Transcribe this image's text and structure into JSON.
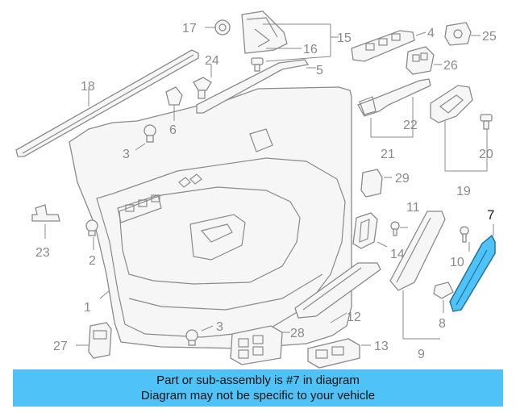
{
  "diagram": {
    "callouts": [
      "1",
      "2",
      "3",
      "3",
      "4",
      "5",
      "6",
      "7",
      "8",
      "9",
      "10",
      "11",
      "12",
      "13",
      "14",
      "15",
      "16",
      "17",
      "18",
      "19",
      "20",
      "21",
      "22",
      "23",
      "24",
      "25",
      "26",
      "27",
      "28",
      "29"
    ],
    "highlight_color": "#4fc3f7",
    "highlighted_part": "7"
  },
  "banner": {
    "line1": "Part or sub-assembly is #7 in diagram",
    "line2": "Diagram may not be specific to your vehicle"
  }
}
